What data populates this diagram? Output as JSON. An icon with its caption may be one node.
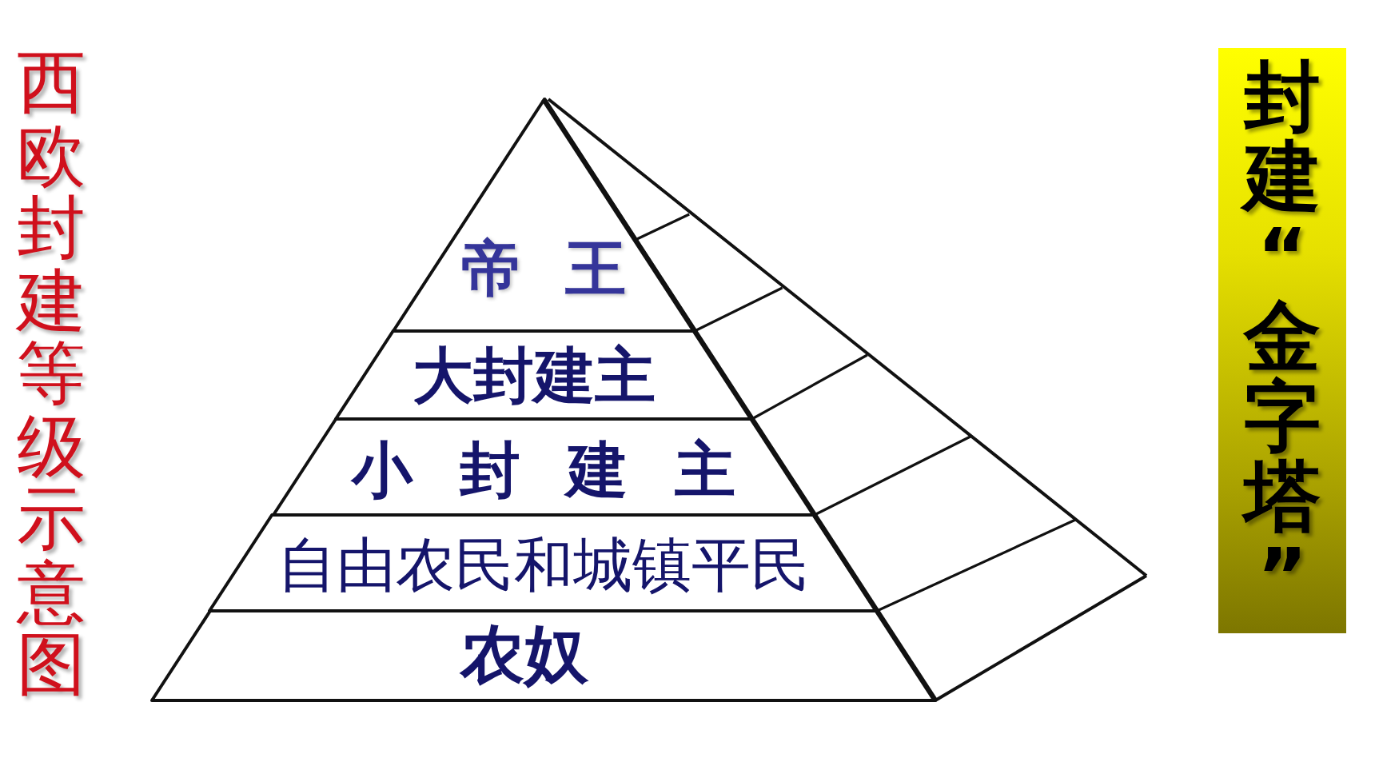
{
  "diagram": {
    "title": "西欧封建等级示意图",
    "nodes": [
      {
        "text": [
          "帝 王"
        ]
      },
      {
        "text": [
          "大封建主"
        ]
      },
      {
        "text": [
          "小 封 建 主"
        ]
      },
      {
        "text": [
          "自由农民和城镇平民"
        ]
      },
      {
        "text": [
          "农奴"
        ]
      },
      {
        "text": [
          "封建“金字塔”"
        ]
      }
    ]
  }
}
